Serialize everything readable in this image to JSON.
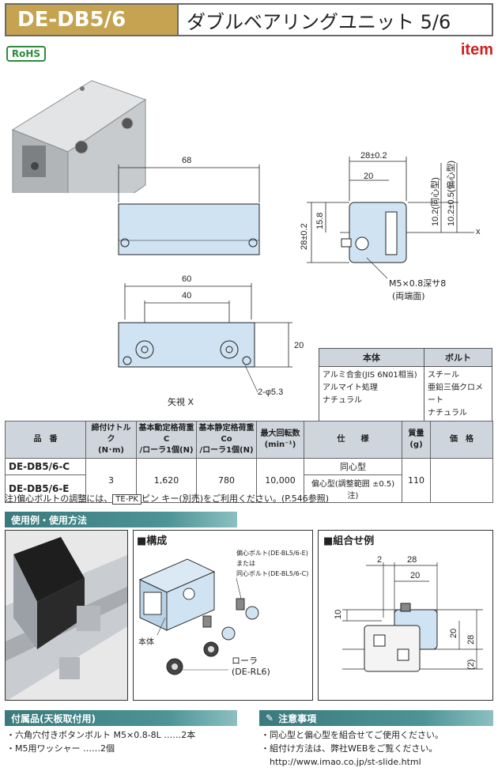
{
  "header": {
    "model": "DE-DB5/6",
    "title": "ダブルベアリングユニット 5/6"
  },
  "rohs": "RoHS",
  "brand": "item",
  "drawing": {
    "top_dim": "68",
    "w60": "60",
    "w40": "40",
    "h20": "20",
    "hole": "2-φ5.3",
    "view_label": "矢視 X",
    "side_w": "28±0.2",
    "side_w2": "20",
    "side_h": "28±0.2",
    "side_h2": "15.8",
    "ecc1": "10.2(同心型)",
    "ecc2": "10.2±0.5(偏心型)",
    "x_mark": "x",
    "thread": "M5×0.8深サ8",
    "thread_note": "(両端面)"
  },
  "material_table": {
    "headers": [
      "本体",
      "ボルト"
    ],
    "body": [
      "アルミ合金(JIS 6N01相当)",
      "アルマイト処理",
      "ナチュラル"
    ],
    "bolt": [
      "スチール",
      "亜鉛三価クロメート",
      "ナチュラル"
    ]
  },
  "spec_table": {
    "headers": {
      "part": "品　番",
      "torque": "締付けトルク",
      "torque_u": "(N･m)",
      "dyn": "基本動定格荷重 C",
      "dyn_u": "/ローラ1個(N)",
      "stat": "基本静定格荷重 Co",
      "stat_u": "/ローラ1個(N)",
      "speed": "最大回転数",
      "speed_u": "(min⁻¹)",
      "spec": "仕　　様",
      "mass": "質量",
      "mass_u": "(g)",
      "price": "価　格"
    },
    "model_c": "DE-DB5/6-C",
    "model_e": "DE-DB5/6-E",
    "torque": "3",
    "dyn": "1,620",
    "stat": "780",
    "speed": "10,000",
    "spec_c": "同心型",
    "spec_e": "偏心型(調整範囲 ±0.5)注)",
    "mass": "110"
  },
  "note": {
    "pre": "注)偏心ボルトの調整には、",
    "tag": "TE-PK",
    "post": "ピン キー(別売)をご利用ください。(P.546参照)"
  },
  "usage_bar": "使用例・使用方法",
  "structure": {
    "title": "■構成",
    "ecc_bolt": "偏心ボルト(DE-BL5/6-E)",
    "or": "または",
    "con_bolt": "同心ボルト(DE-BL5/6-C)",
    "body": "本体",
    "roller": "ローラ",
    "roller_code": "(DE-RL6)"
  },
  "combo": {
    "title": "■組合せ例",
    "d2": "2",
    "d28": "28",
    "d20": "20",
    "d10": "10",
    "v20": "20",
    "v28": "28",
    "v2": "(2)"
  },
  "accessories": {
    "title": "付属品(天板取付用)",
    "items": [
      "・六角穴付きボタンボルト M5×0.8-8L ……2本",
      "・M5用ワッシャー ……2個"
    ]
  },
  "caution": {
    "title": "注意事項",
    "items": [
      "・同心型と偏心型を組合せてご使用ください。",
      "・組付け方法は、弊社WEBをご覧ください。",
      "　http://www.imao.co.jp/st-slide.html"
    ]
  },
  "colors": {
    "gold": "#c5a350",
    "teal": "#3a7a7d",
    "part_blue": "#cfe3f2",
    "red": "#d01e1e"
  }
}
